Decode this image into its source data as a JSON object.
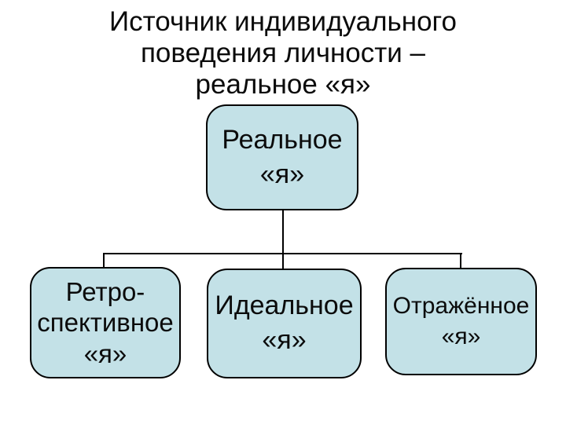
{
  "title": {
    "lines": [
      "Источник индивидуального",
      "поведения личности –",
      "реальное «я»"
    ]
  },
  "diagram": {
    "type": "hierarchy",
    "root": {
      "id": "real-ya",
      "lines": [
        "Реальное",
        "«я»"
      ]
    },
    "children": [
      {
        "id": "retrospective-ya",
        "lines": [
          "Ретро-",
          "спективное",
          "«я»"
        ]
      },
      {
        "id": "ideal-ya",
        "lines": [
          "Идеальное",
          "«я»"
        ]
      },
      {
        "id": "reflected-ya",
        "lines": [
          "Отражённое",
          "«я»"
        ]
      }
    ]
  },
  "colors": {
    "background": "#ffffff",
    "node_fill": "#c3e1e7",
    "node_border": "#000000",
    "connector": "#000000",
    "text": "#0b0b0b"
  }
}
